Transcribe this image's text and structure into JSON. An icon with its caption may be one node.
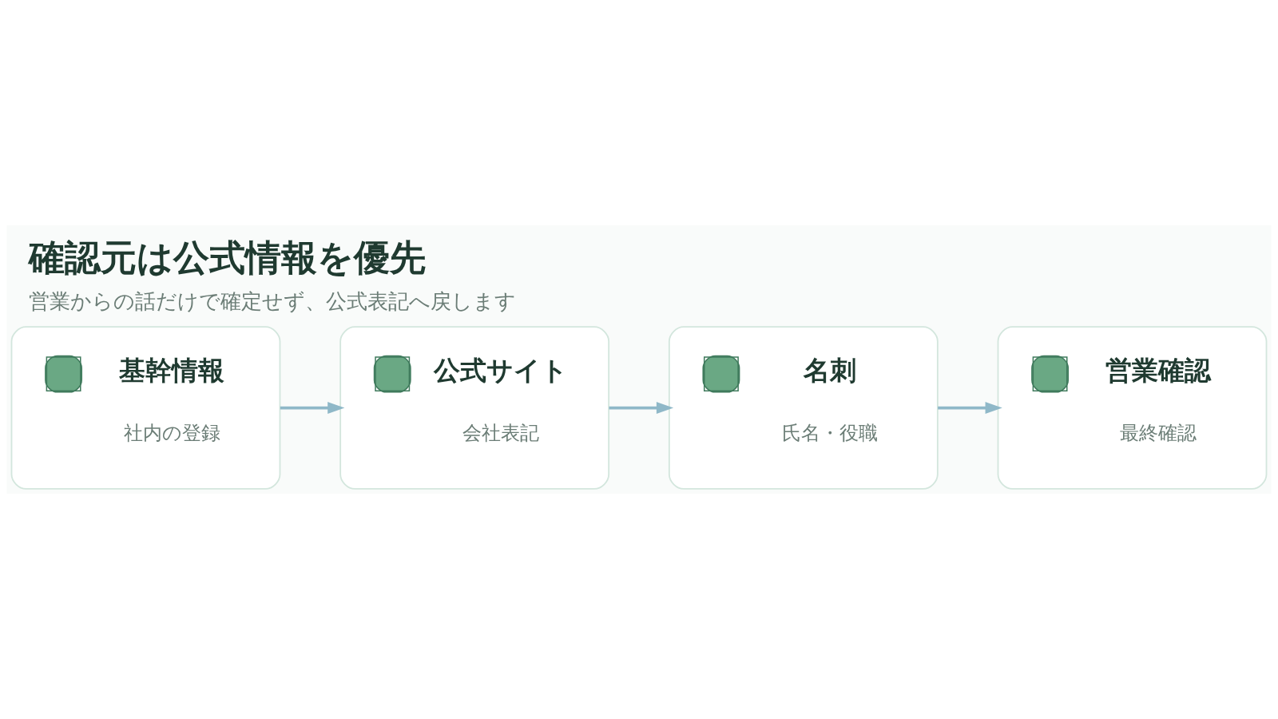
{
  "diagram": {
    "title": "確認元は公式情報を優先",
    "caption": "営業からの話だけで確定せず、公式表記へ戻します",
    "nodes": [
      {
        "text": [
          "基幹情報",
          "社内の登録"
        ]
      },
      {
        "text": [
          "公式サイト",
          "会社表記"
        ]
      },
      {
        "text": [
          "名刺",
          "氏名・役職"
        ]
      },
      {
        "text": [
          "営業確認",
          "最終確認"
        ]
      }
    ],
    "edges": [
      {
        "from": 0,
        "to": 1,
        "arrow": "to"
      },
      {
        "from": 1,
        "to": 2,
        "arrow": "to"
      },
      {
        "from": 2,
        "to": 3,
        "arrow": "to"
      }
    ]
  }
}
